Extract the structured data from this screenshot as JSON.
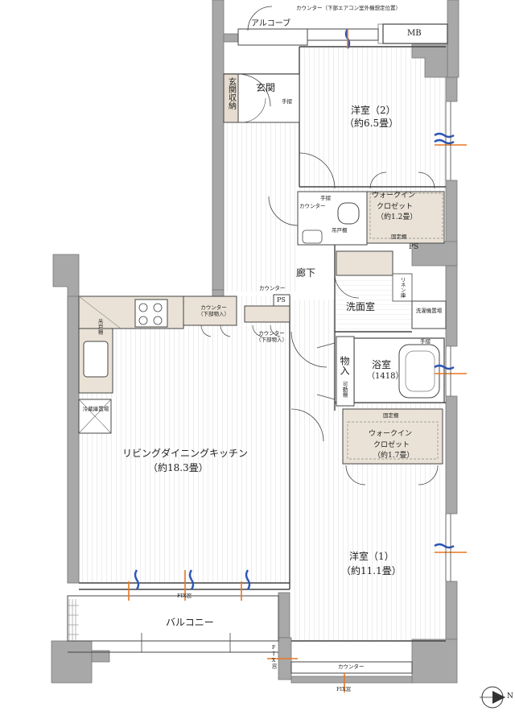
{
  "top": {
    "aircon_counter_note": "カウンター（下部エアコン室外機想定位置）",
    "alcove": "アルコーブ",
    "mb": "MB"
  },
  "entrance": {
    "label": "玄関",
    "storage": "玄関収納",
    "handrail": "手摺"
  },
  "bedroom2": {
    "name": "洋室（2）",
    "size": "（約6.5畳）"
  },
  "wic_small": {
    "line1": "ウォークイン",
    "line2": "クロゼット",
    "size": "（約1.2畳）",
    "fixed_shelf": "固定棚"
  },
  "toilet": {
    "handrail": "手摺",
    "counter": "カウンター",
    "hanging_shelf": "吊戸棚"
  },
  "corridor": {
    "label": "廊下",
    "ps": "PS",
    "linen": "リネン庫"
  },
  "washroom": {
    "label": "洗面室",
    "washer": "洗濯機置場"
  },
  "bath": {
    "label": "浴室",
    "size": "（1418）",
    "handrail": "手摺"
  },
  "storage": {
    "label": "物入",
    "movable_shelf": "可動棚"
  },
  "wic_large": {
    "fixed_shelf": "固定棚",
    "line1": "ウォークイン",
    "line2": "クロゼット",
    "size": "（約1.7畳）"
  },
  "ldk": {
    "name": "リビングダイニングキッチン",
    "size": "（約18.3畳）",
    "counter_top": "カウンター",
    "ps": "PS",
    "counter_below": "カウンター\n（下部物入）",
    "counter_below2": "カウンター\n（下部物入）",
    "hanging_shelf": "吊戸棚",
    "fridge": "冷蔵庫置場"
  },
  "bedroom1": {
    "name": "洋室（1）",
    "size": "（約11.1畳）",
    "counter": "カウンター"
  },
  "balcony": {
    "label": "バルコニー",
    "fix_window": "FIX窓"
  },
  "bottom": {
    "fix_window_side": "FIX窓",
    "fix_window_bottom": "FIX窓",
    "north": "N"
  },
  "colors": {
    "wall": "#a8a8a8",
    "wall_edge": "#777777",
    "floor_line": "#d2d2d2",
    "closet_fill": "#eae2d6",
    "airflow_blue": "#2b56b8",
    "airflow_orange": "#e87722"
  }
}
